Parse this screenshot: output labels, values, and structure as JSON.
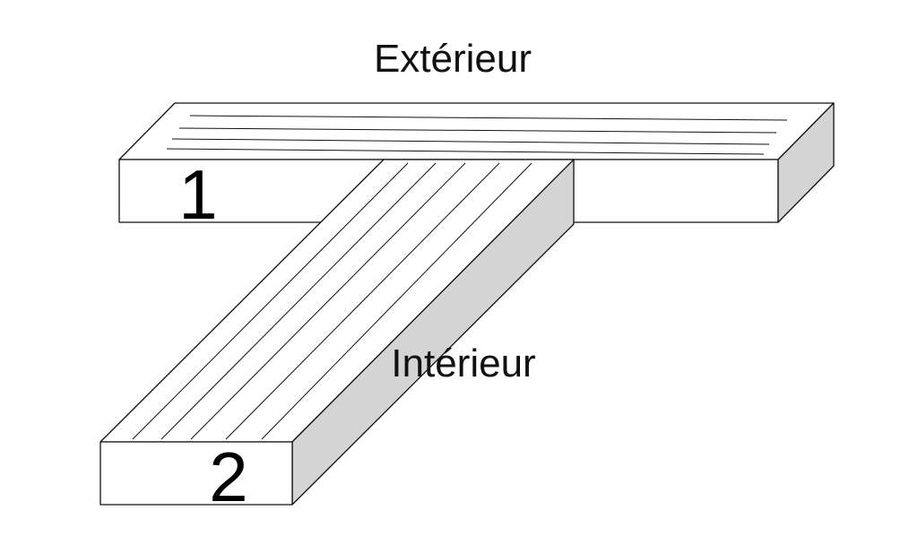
{
  "labels": {
    "exterior": "Extérieur",
    "interior": "Intérieur",
    "board_1": "1",
    "board_2": "2"
  },
  "colors": {
    "face": "#ffffff",
    "shadow": "#d4d4d4",
    "stroke": "#111111"
  }
}
